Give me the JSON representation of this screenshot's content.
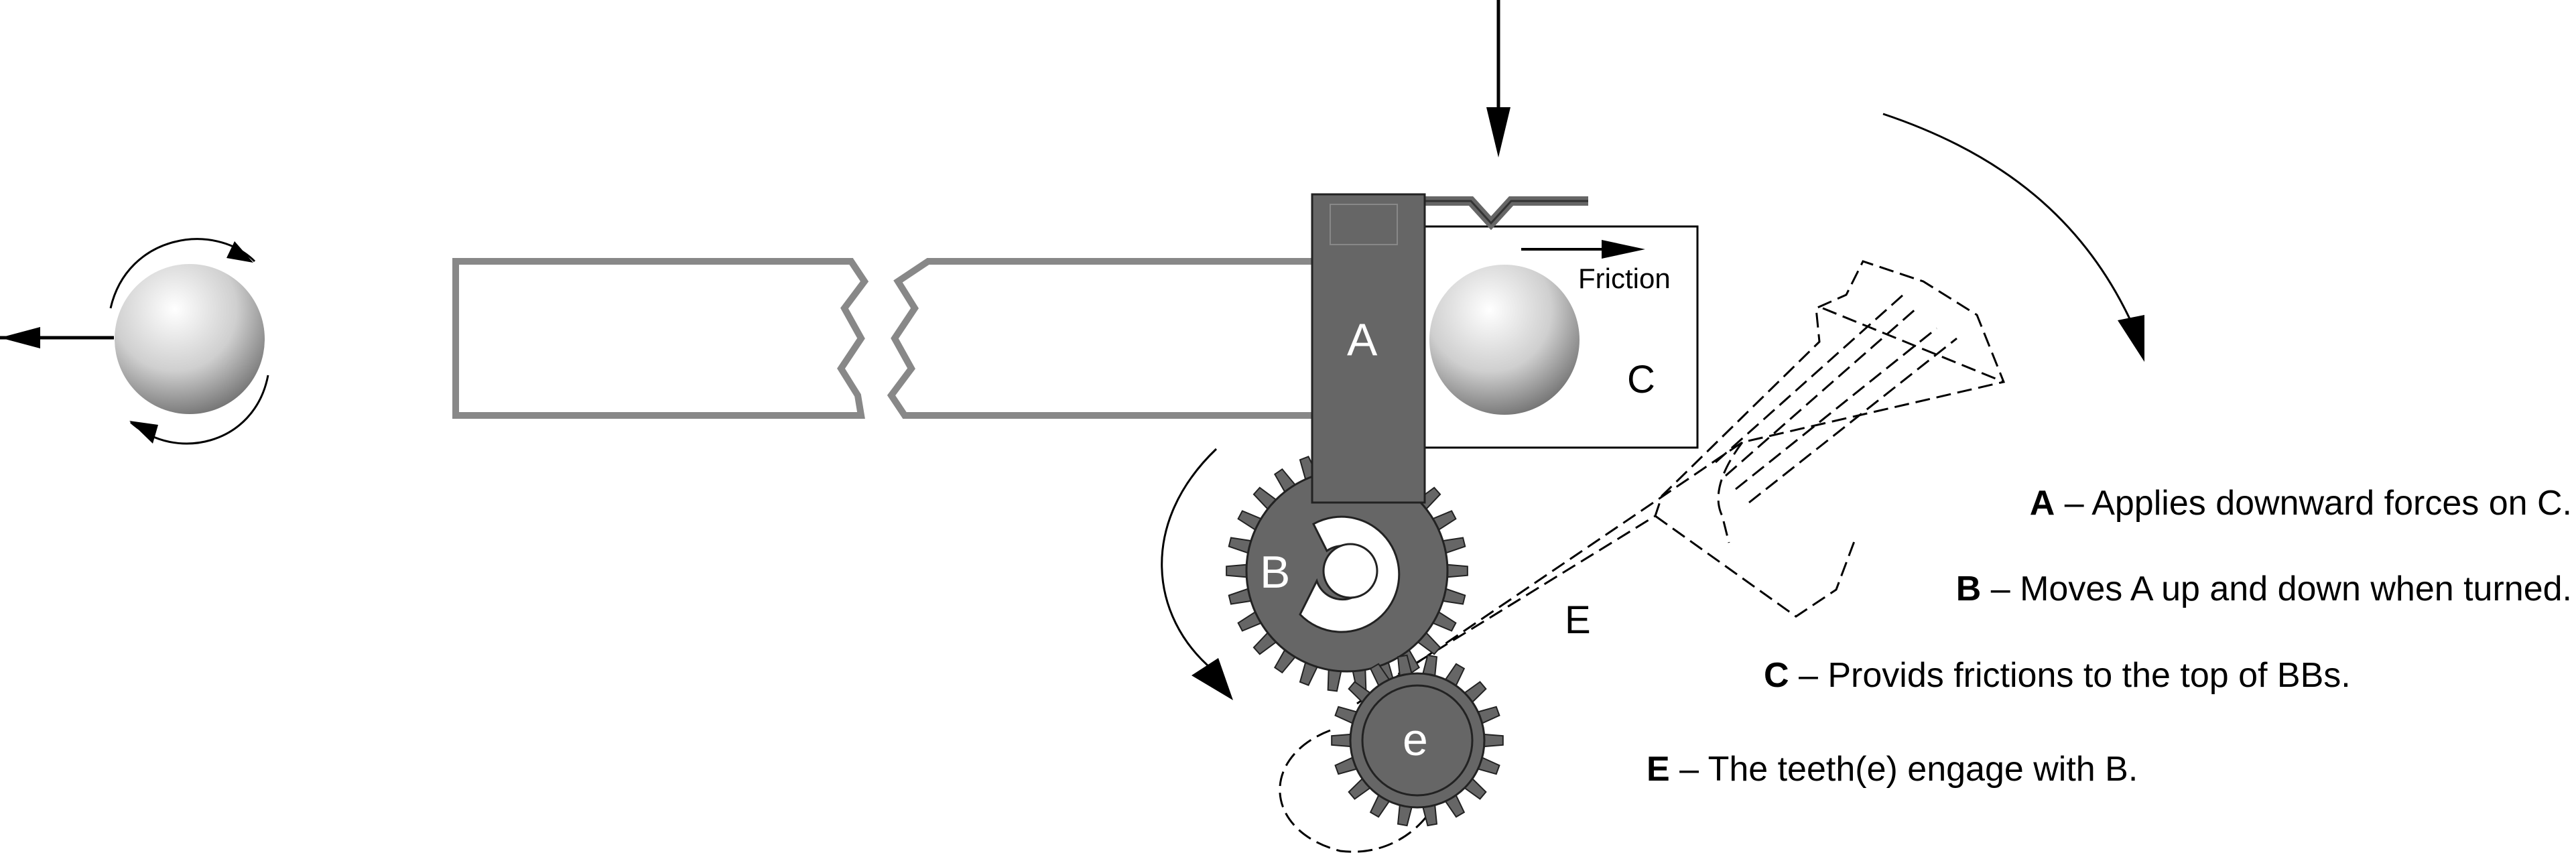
{
  "parts": {
    "A": "A",
    "B": "B",
    "C": "C",
    "E": "E",
    "e": "e"
  },
  "annotations": {
    "friction": "Friction"
  },
  "legend": [
    {
      "key": "A",
      "text": " – Applies downward forces on C."
    },
    {
      "key": "B",
      "text": " – Moves A up and down when turned."
    },
    {
      "key": "C",
      "text": " – Provids frictions to the top of BBs."
    },
    {
      "key": "E",
      "text": " – The teeth(e) engage with B."
    }
  ],
  "colors": {
    "part_dark": "#666666",
    "outline": "#888888",
    "line": "#000000"
  }
}
